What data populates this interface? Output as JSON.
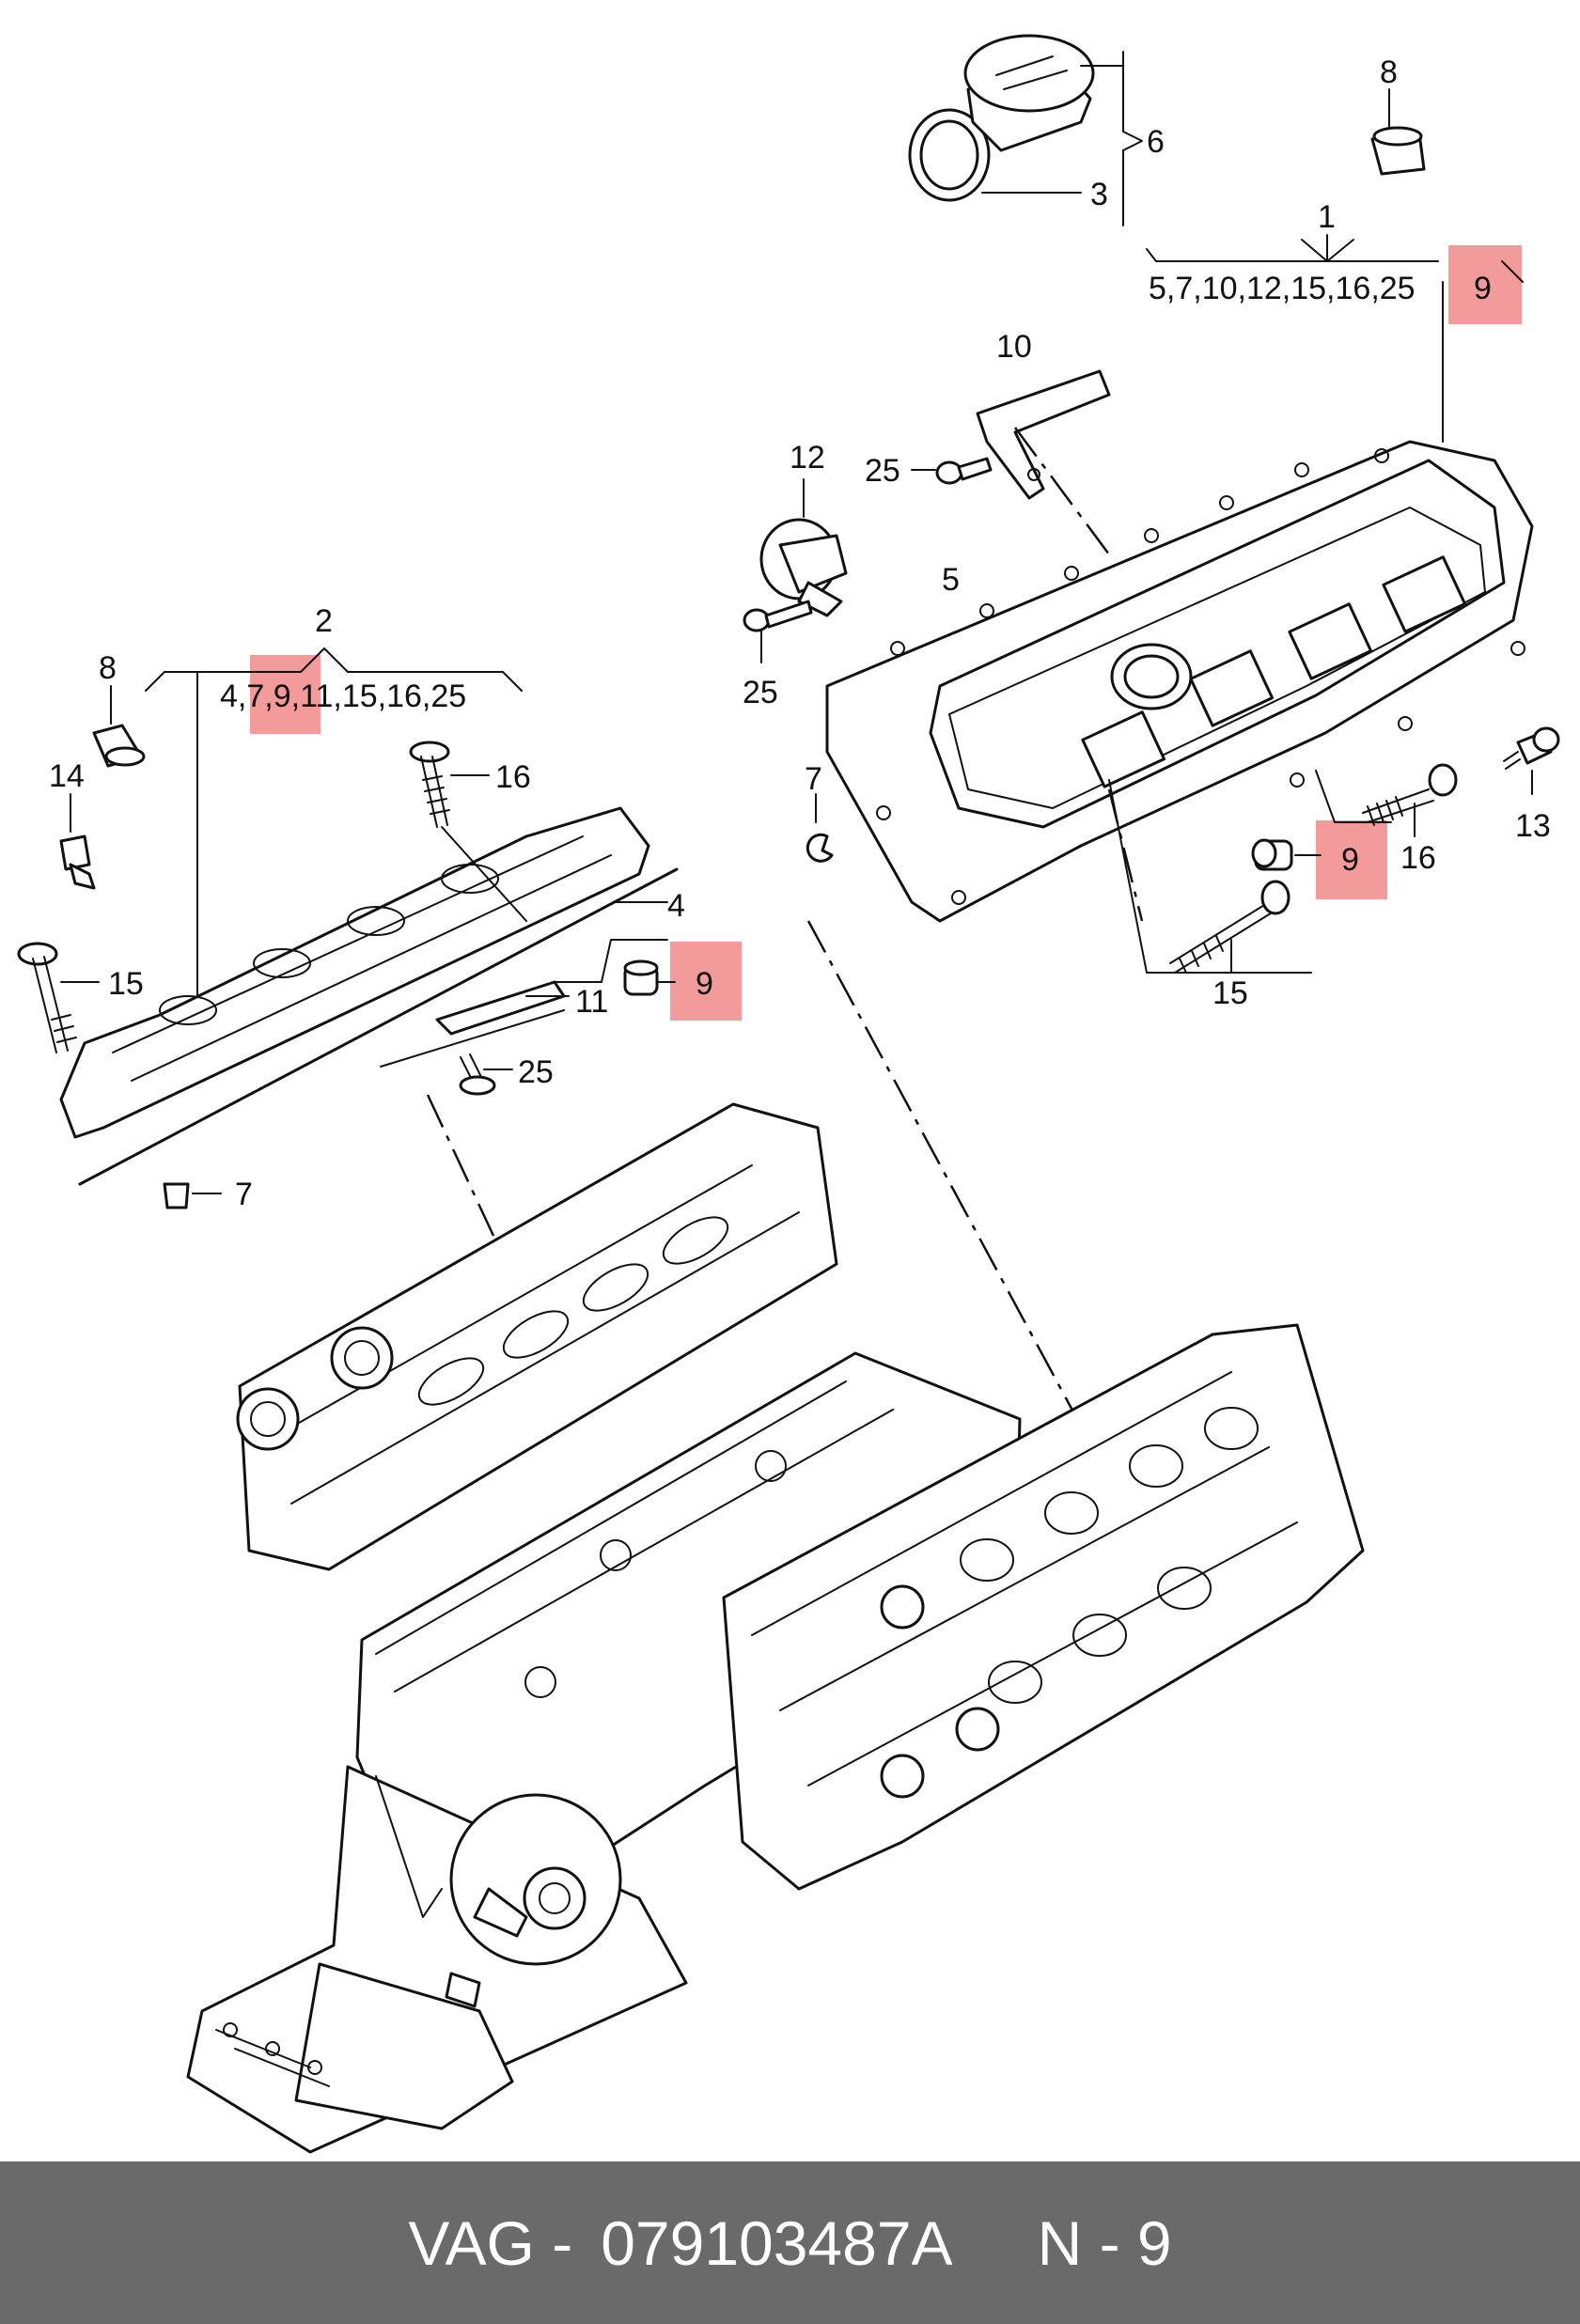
{
  "callouts": {
    "c1": "1",
    "c1_list": "5,7,10,12,15,16,25",
    "c1_hl": "9",
    "c2": "2",
    "c2_list_a": "4,",
    "c2_list_hl": "7,9,",
    "c2_list_b": "11,15,16,25",
    "c3": "3",
    "c4": "4",
    "c5": "5",
    "c6": "6",
    "c7_left": "7",
    "c7_right": "7",
    "c8_left": "8",
    "c8_right": "8",
    "c9_left": "9",
    "c9_right": "9",
    "c10": "10",
    "c11": "11",
    "c12": "12",
    "c13": "13",
    "c14": "14",
    "c15_left": "15",
    "c15_right": "15",
    "c16_left": "16",
    "c16_right": "16",
    "c25_left": "25",
    "c25_right_top": "25",
    "c25_right_mid": "25"
  },
  "highlight_color": "#f39a9a",
  "footer": {
    "brand": "VAG -",
    "part_number": "079103487A",
    "position": "N - 9",
    "background": "#6a6a6a"
  }
}
